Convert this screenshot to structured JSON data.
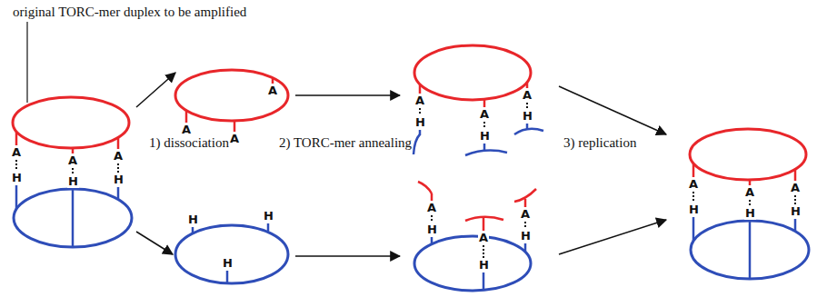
{
  "diagram": {
    "labels": [
      "original TORC-mer duplex to be amplified",
      "A",
      "H",
      "A",
      "H",
      "A",
      "H",
      "1) dissociation",
      "A",
      "A",
      "A",
      "H",
      "H",
      "H",
      "2) TORC-mer annealing",
      "A",
      "H",
      "A",
      "H",
      "A",
      "H",
      "A",
      "H",
      "A",
      "H",
      "A",
      "H",
      "3) replication",
      "A",
      "H",
      "A",
      "H",
      "A",
      "H"
    ]
  }
}
